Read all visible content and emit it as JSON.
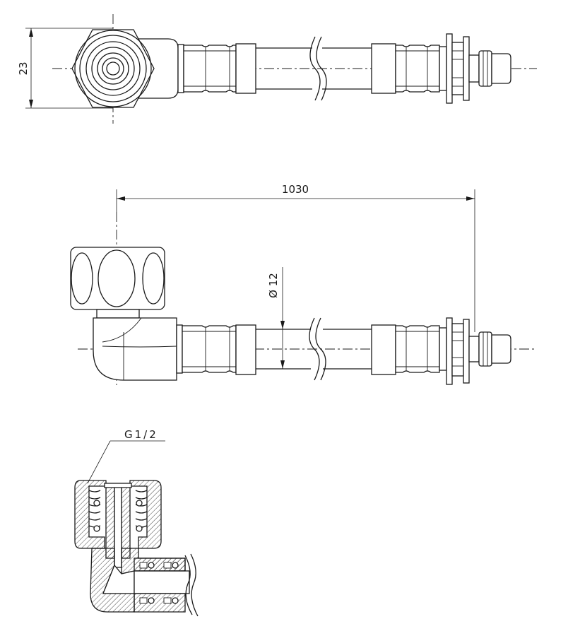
{
  "drawing": {
    "dims": {
      "height_label": "23",
      "length_label": "1030",
      "diameter_label": "Ø 12",
      "thread_label": "G1/2"
    }
  }
}
